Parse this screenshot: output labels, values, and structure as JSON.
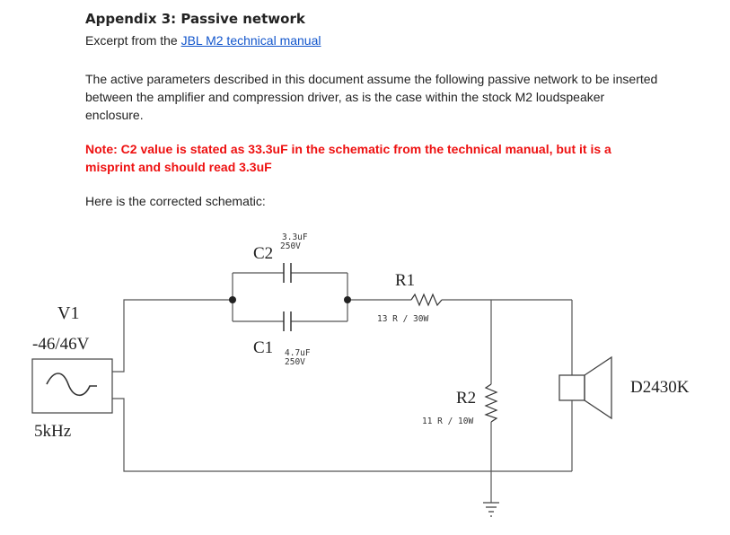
{
  "heading": "Appendix 3: Passive network",
  "excerpt": {
    "prefix": "Excerpt from the ",
    "link_text": "JBL M2 technical manual"
  },
  "paragraph": "The active parameters described in this document assume the following passive network to be inserted between the amplifier and compression driver, as is the case within the stock M2 loudspeaker enclosure.",
  "note": "Note: C2 value is stated as 33.3uF in the schematic from the technical manual, but it is a misprint and should read 3.3uF",
  "intro": "Here is the corrected schematic:",
  "schematic": {
    "v1": {
      "name": "V1",
      "voltage": "-46/46V",
      "frequency": "5kHz"
    },
    "c2": {
      "name": "C2",
      "value": "3.3uF",
      "rating": "250V"
    },
    "c1": {
      "name": "C1",
      "value": "4.7uF",
      "rating": "250V"
    },
    "r1": {
      "name": "R1",
      "value": "13 R / 30W"
    },
    "r2": {
      "name": "R2",
      "value": "11 R / 10W"
    },
    "driver": "D2430K"
  }
}
